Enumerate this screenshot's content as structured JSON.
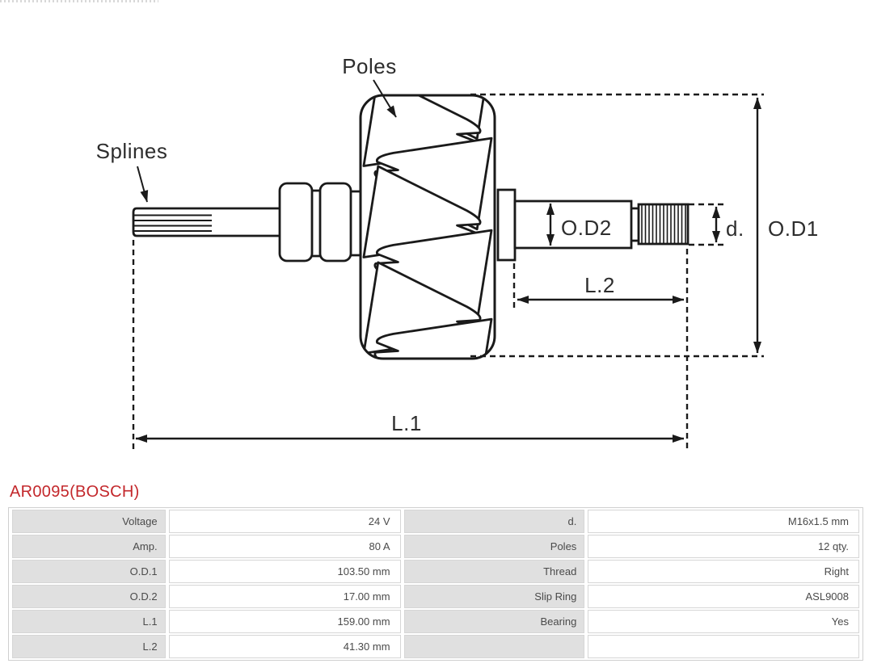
{
  "part": {
    "number": "AR0095(BOSCH)",
    "accent_color": "#c3272b"
  },
  "diagram": {
    "line_color": "#1a1a1a",
    "labels": {
      "poles": "Poles",
      "splines": "Splines",
      "od2": "O.D2",
      "d": "d.",
      "od1": "O.D1",
      "l2": "L.2",
      "l1": "L.1"
    }
  },
  "spec_table": {
    "rows": [
      {
        "c0": "Voltage",
        "c1": "24 V",
        "c2": "d.",
        "c3": "M16x1.5 mm"
      },
      {
        "c0": "Amp.",
        "c1": "80 A",
        "c2": "Poles",
        "c3": "12 qty."
      },
      {
        "c0": "O.D.1",
        "c1": "103.50 mm",
        "c2": "Thread",
        "c3": "Right"
      },
      {
        "c0": "O.D.2",
        "c1": "17.00 mm",
        "c2": "Slip Ring",
        "c3": "ASL9008"
      },
      {
        "c0": "L.1",
        "c1": "159.00 mm",
        "c2": "Bearing",
        "c3": "Yes"
      },
      {
        "c0": "L.2",
        "c1": "41.30 mm",
        "c2": "",
        "c3": ""
      }
    ]
  }
}
